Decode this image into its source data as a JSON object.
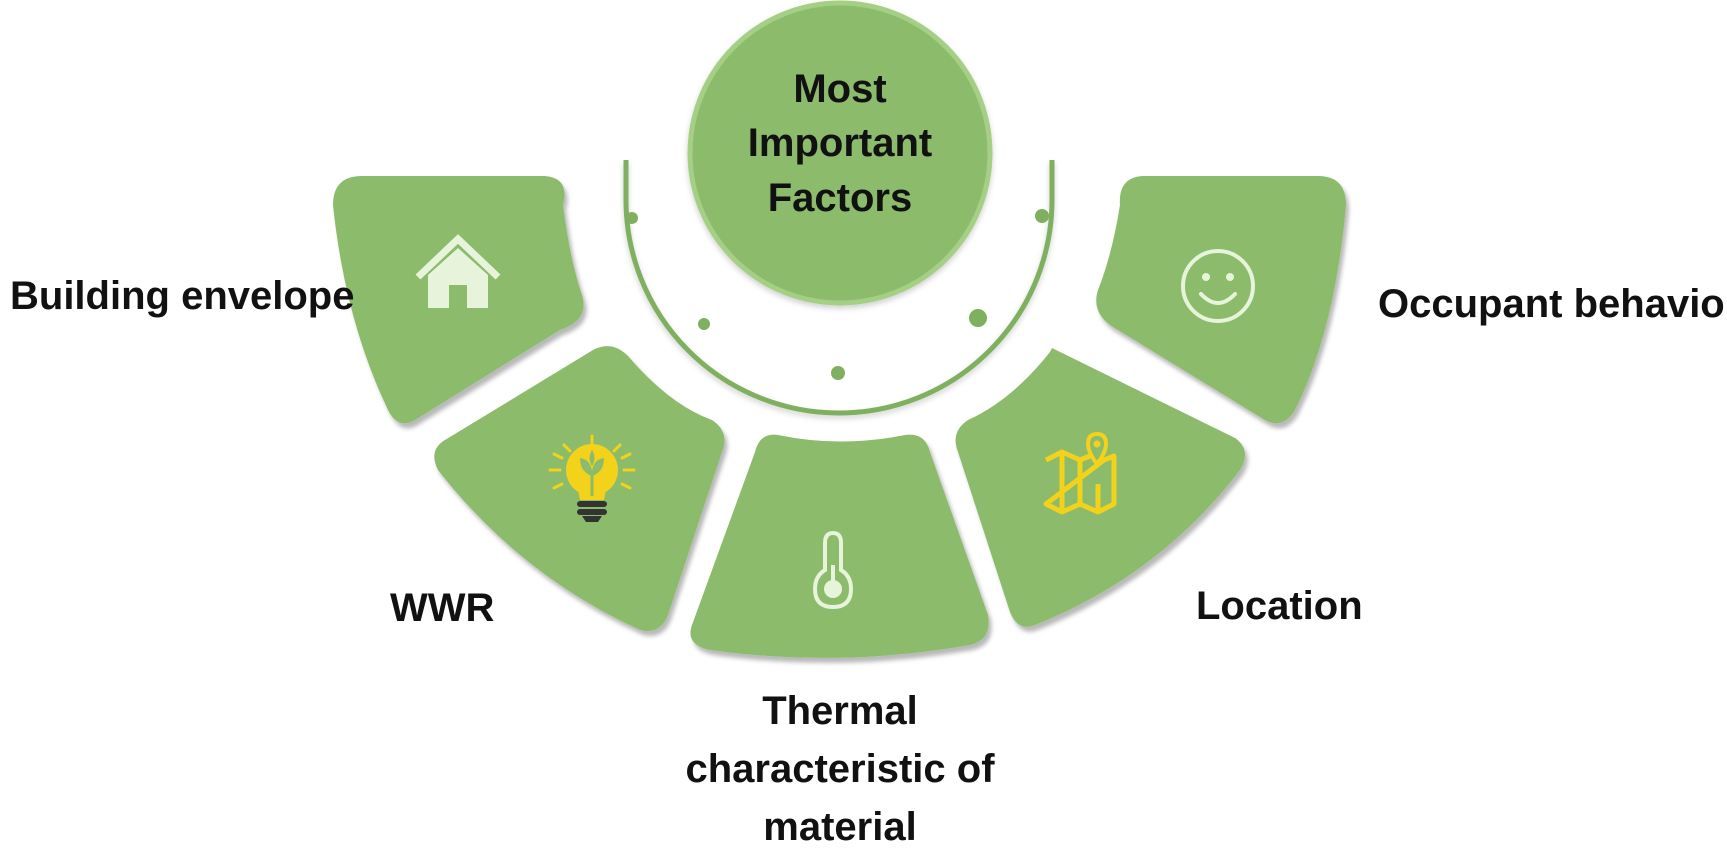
{
  "center": {
    "title": "Most Important Factors"
  },
  "factors": [
    {
      "label": "Building envelope",
      "icon": "house-icon"
    },
    {
      "label": "WWR",
      "icon": "lightbulb-icon"
    },
    {
      "label": "Thermal characteristic of material",
      "icon": "thermometer-icon"
    },
    {
      "label": "Location",
      "icon": "map-pin-icon"
    },
    {
      "label": "Occupant behavior",
      "icon": "smiley-icon"
    }
  ],
  "colors": {
    "segment_fill": "#8cbb6c",
    "center_fill": "#8cbb6c",
    "center_ring": "#a6cf86",
    "arc_line": "#7fb05f",
    "icon_light": "#e8f3dc",
    "icon_yellow": "#f2d21b",
    "text": "#111111"
  }
}
